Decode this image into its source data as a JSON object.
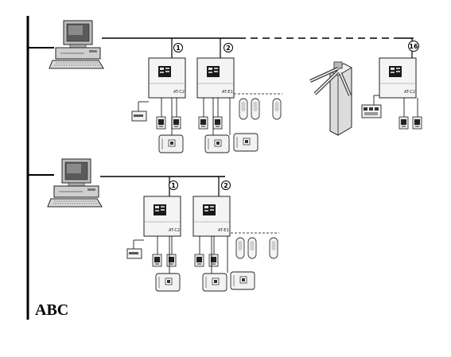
{
  "diagram": {
    "bus_label": "ABC",
    "network_1": {
      "nodes": [
        {
          "number": "1",
          "controller_label": "AT-C2"
        },
        {
          "number": "2",
          "controller_label": "AT-E1"
        },
        {
          "number": "16",
          "controller_label": "AT-C2"
        }
      ]
    },
    "network_2": {
      "nodes": [
        {
          "number": "1",
          "controller_label": "AT-C2"
        },
        {
          "number": "2",
          "controller_label": "AT-E1"
        }
      ]
    }
  }
}
